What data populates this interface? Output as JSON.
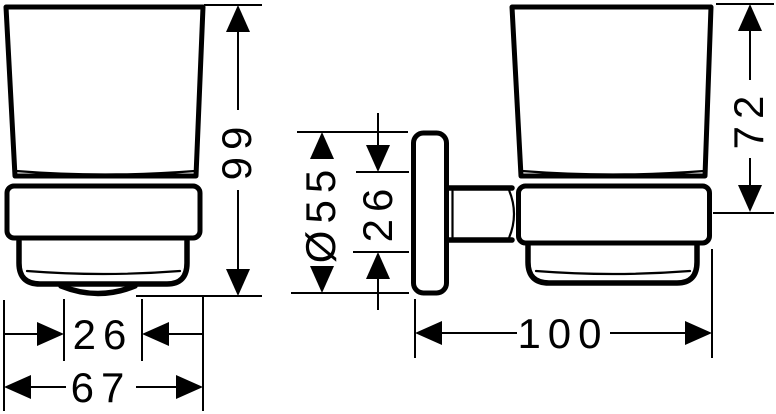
{
  "drawing": {
    "subject": "wall-mounted-glass-holder-dimension-drawing",
    "background_color": "#ffffff",
    "line_color": "#000000",
    "views": {
      "front_view": "glass holder seen from front",
      "side_view": "glass holder seen from side with wall plate"
    },
    "dimensions": {
      "front_height": "99",
      "front_ring_width": "26",
      "front_overall_width": "67",
      "side_plate_diameter": "Ø55",
      "side_hub_height": "26",
      "side_overall_height": "72",
      "side_overall_depth": "100"
    }
  }
}
